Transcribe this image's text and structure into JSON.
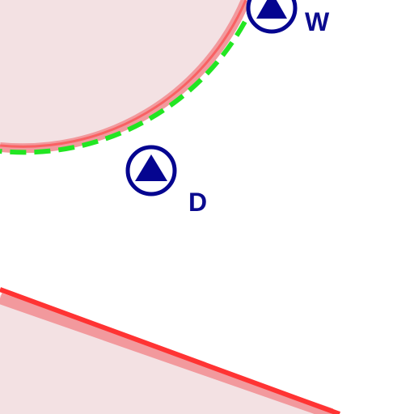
{
  "map": {
    "colors": {
      "background": "#ffffff",
      "zone_fill": "#f3e1e3",
      "zone_edge": "#f2999d",
      "zone_line": "#ff3333",
      "route_dash": "#22e622",
      "marker": "#050590"
    },
    "markers": [
      {
        "id": "W",
        "label": "W",
        "icon": "triangle-in-circle-icon"
      },
      {
        "id": "D",
        "label": "D",
        "icon": "triangle-in-circle-icon"
      }
    ]
  }
}
